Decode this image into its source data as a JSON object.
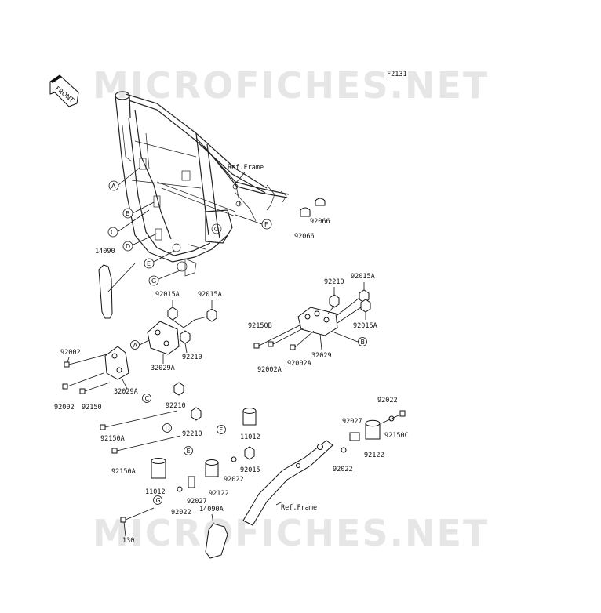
{
  "watermark": {
    "top": "MICROFICHES.NET",
    "bottom": "MICROFICHES.NET"
  },
  "figure_code": "F2131",
  "front_badge": "FRONT",
  "ref_frame_labels": [
    "Ref.Frame",
    "Ref.Frame"
  ],
  "frame_callouts": [
    "A",
    "B",
    "C",
    "D",
    "E",
    "F",
    "G"
  ],
  "parts": {
    "p92066_a": "92066",
    "p92066_b": "92066",
    "p14090": "14090",
    "p92015A_1": "92015A",
    "p92015A_2": "92015A",
    "p92015A_3": "92015A",
    "p92015A_4": "92015A",
    "p92210_1": "92210",
    "p92210_2": "92210",
    "p92210_3": "92210",
    "p92210_4": "92210",
    "p92150B": "92150B",
    "p92002A_1": "92002A",
    "p92002A_2": "92002A",
    "p32029": "32029",
    "p32029A_1": "32029A",
    "p32029A_2": "32029A",
    "p92002_1": "92002",
    "p92002_2": "92002",
    "p92150": "92150",
    "p92150A_1": "92150A",
    "p92150A_2": "92150A",
    "p11012_1": "11012",
    "p11012_2": "11012",
    "p92022_1": "92022",
    "p92022_2": "92022",
    "p92022_3": "92022",
    "p92022_4": "92022",
    "p92015": "92015",
    "p92122_1": "92122",
    "p92122_2": "92122",
    "p92027_1": "92027",
    "p92027_2": "92027",
    "p92150C": "92150C",
    "p14090A": "14090A",
    "p130": "130"
  },
  "assembly_callouts": [
    "A",
    "B",
    "C",
    "D",
    "E",
    "F",
    "G"
  ]
}
